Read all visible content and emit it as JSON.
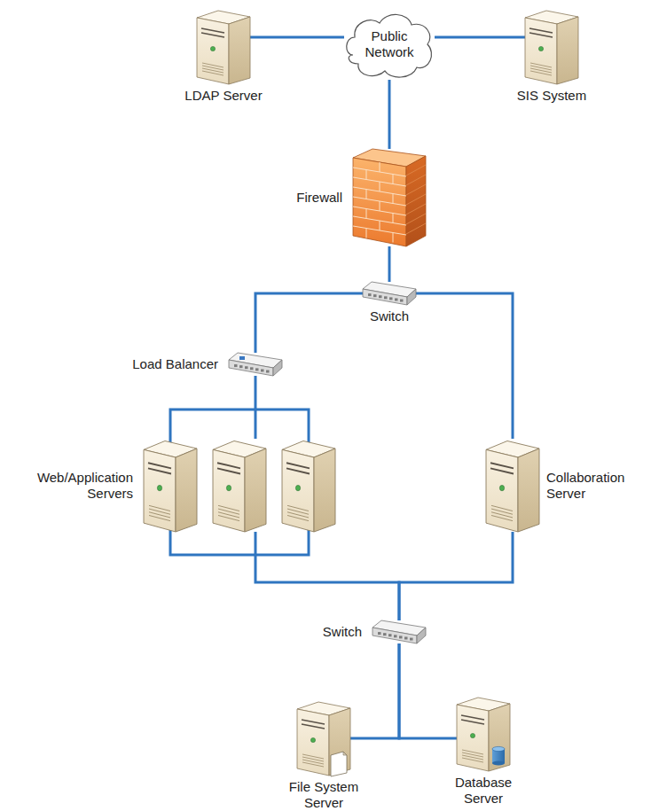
{
  "diagram": {
    "nodes": [
      {
        "text": [
          "LDAP Server"
        ]
      },
      {
        "text": [
          "Public Network"
        ]
      },
      {
        "text": [
          "SIS System"
        ]
      },
      {
        "text": [
          "Firewall"
        ]
      },
      {
        "text": [
          "Switch"
        ]
      },
      {
        "text": [
          "Load Balancer"
        ]
      },
      {
        "text": [
          "Web/Application Servers"
        ]
      },
      {
        "text": [
          "Collaboration Server"
        ]
      },
      {
        "text": [
          "Switch"
        ]
      },
      {
        "text": [
          "File System Server"
        ]
      },
      {
        "text": [
          "Database Server"
        ]
      }
    ],
    "edges": [
      {
        "from": 0,
        "to": 1,
        "arrow": "none"
      },
      {
        "from": 1,
        "to": 2,
        "arrow": "none"
      },
      {
        "from": 1,
        "to": 3,
        "arrow": "none"
      },
      {
        "from": 3,
        "to": 4,
        "arrow": "none"
      },
      {
        "from": 4,
        "to": 5,
        "arrow": "none"
      },
      {
        "from": 4,
        "to": 7,
        "arrow": "none"
      },
      {
        "from": 5,
        "to": 6,
        "arrow": "none"
      },
      {
        "from": 6,
        "to": 8,
        "arrow": "none"
      },
      {
        "from": 7,
        "to": 8,
        "arrow": "none"
      },
      {
        "from": 8,
        "to": 9,
        "arrow": "none"
      },
      {
        "from": 8,
        "to": 10,
        "arrow": "none"
      }
    ]
  }
}
